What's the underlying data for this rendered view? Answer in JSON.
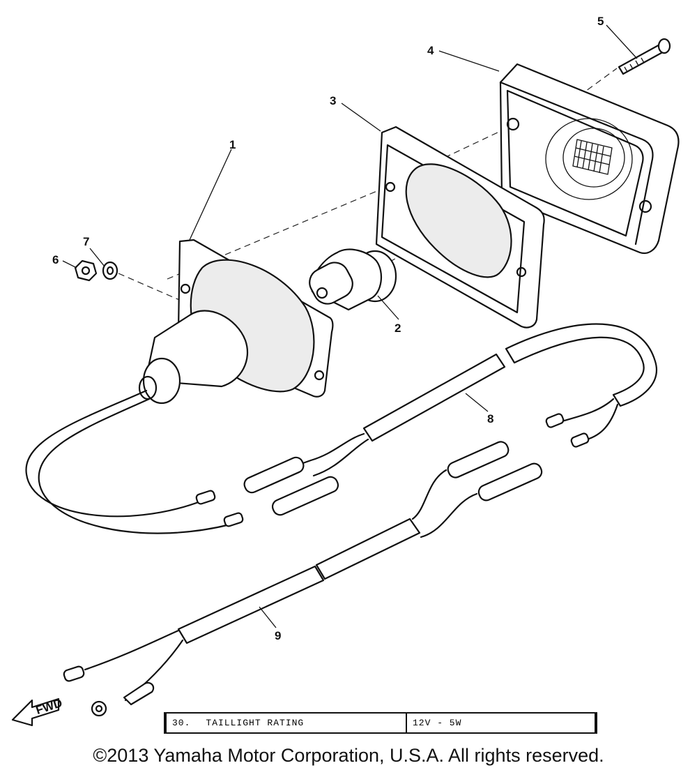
{
  "diagram": {
    "callouts": [
      "1",
      "2",
      "3",
      "4",
      "5",
      "6",
      "7",
      "8",
      "9"
    ],
    "fwd_label": "FWD"
  },
  "spec_table": {
    "item": "30.",
    "label": "TAILLIGHT RATING",
    "value": "12V - 5W"
  },
  "footer": {
    "copyright": "©2013 Yamaha Motor Corporation, U.S.A. All rights reserved."
  }
}
